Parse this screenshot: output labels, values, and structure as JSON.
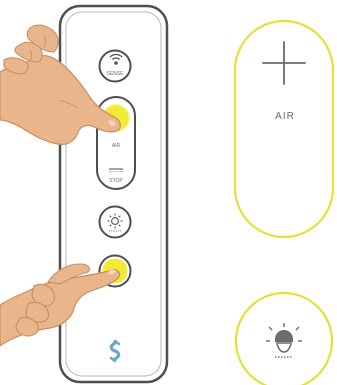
{
  "remote": {
    "sense_label": "SENSE",
    "air_label": "AIR",
    "stop_label": "STOP"
  },
  "detail": {
    "air_label": "AIR"
  },
  "colors": {
    "highlight": "#f4ec3a",
    "highlight_ring": "#e6e03a",
    "outline": "#555555",
    "remote_body": "#ffffff",
    "skin": "#e8b48a",
    "skin_shadow": "#c98e63",
    "logo": "#6aa6c8"
  },
  "icons": {
    "sense": "wifi-signal-icon",
    "light": "sun-icon",
    "plus": "plus-icon",
    "lamp": "lamp-icon",
    "logo": "brand-logo-icon"
  },
  "gestures": {
    "top_hand": "pressing-air-button",
    "bottom_hand": "pressing-lower-button"
  }
}
